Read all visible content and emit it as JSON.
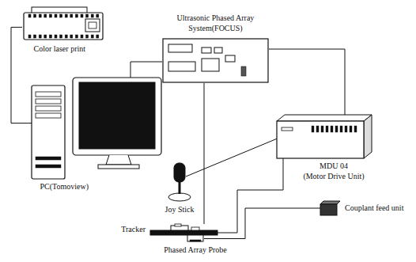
{
  "diagram": {
    "nodes": [
      {
        "text": [
          "Color laser print"
        ]
      },
      {
        "text": [
          "Ultrasonic Phased Array System(FOCUS)"
        ]
      },
      {
        "text": [
          "PC(Tomoview)"
        ]
      },
      {
        "text": [
          "MDU 04",
          "(Motor Drive Unit)"
        ]
      },
      {
        "text": [
          "Joy Stick"
        ]
      },
      {
        "text": [
          "Tracker"
        ]
      },
      {
        "text": [
          "Phased Array Probe"
        ]
      },
      {
        "text": [
          "Couplant feed unit"
        ]
      }
    ],
    "edges": [
      {
        "from": 0,
        "to": 2,
        "arrow": "none"
      },
      {
        "from": 2,
        "to": 1,
        "arrow": "none"
      },
      {
        "from": 1,
        "to": 5,
        "arrow": "none"
      },
      {
        "from": 1,
        "to": 3,
        "arrow": "none"
      },
      {
        "from": 4,
        "to": 3,
        "arrow": "none"
      },
      {
        "from": 3,
        "to": 5,
        "arrow": "none"
      },
      {
        "from": 7,
        "to": 6,
        "arrow": "none"
      }
    ]
  }
}
